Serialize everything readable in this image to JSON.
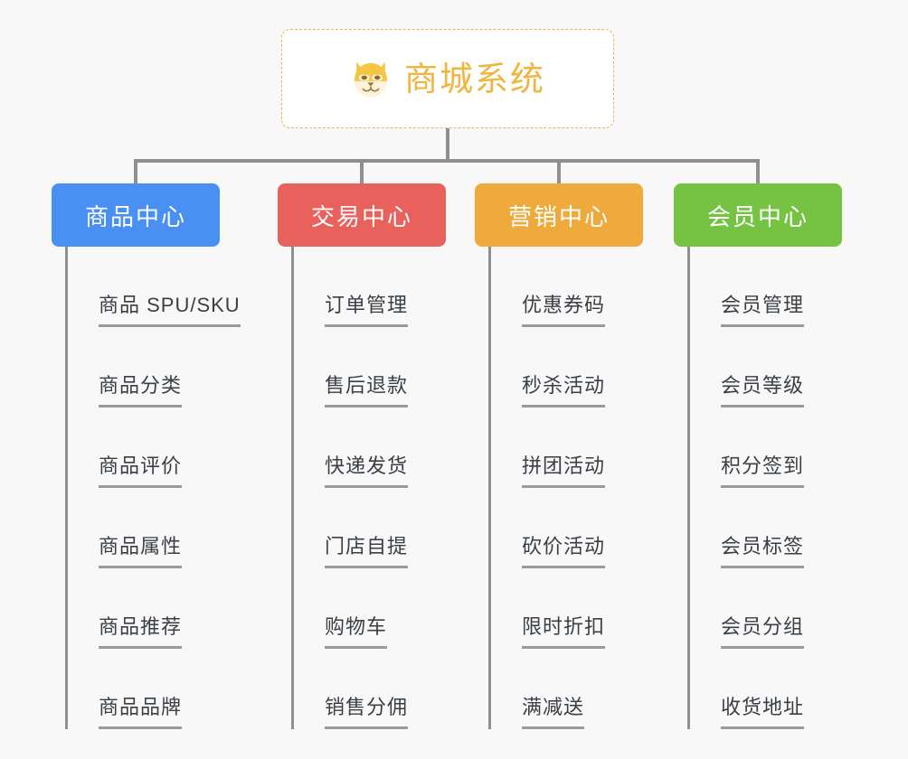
{
  "root": {
    "title": "商城系统",
    "icon": "dog-face-icon",
    "border_color": "#e9b44c",
    "text_color": "#f0b53f"
  },
  "canvas": {
    "background": "#f8f8f8",
    "connector_color": "#8f8f8f",
    "divider_color": "#9a9a9a"
  },
  "columns": [
    {
      "title": "商品中心",
      "color": "#4a90f2",
      "items": [
        "商品 SPU/SKU",
        "商品分类",
        "商品评价",
        "商品属性",
        "商品推荐",
        "商品品牌"
      ]
    },
    {
      "title": "交易中心",
      "color": "#e8615c",
      "items": [
        "订单管理",
        "售后退款",
        "快递发货",
        "门店自提",
        "购物车",
        "销售分佣"
      ]
    },
    {
      "title": "营销中心",
      "color": "#eeab3c",
      "items": [
        "优惠券码",
        "秒杀活动",
        "拼团活动",
        "砍价活动",
        "限时折扣",
        "满减送"
      ]
    },
    {
      "title": "会员中心",
      "color": "#76c343",
      "items": [
        "会员管理",
        "会员等级",
        "积分签到",
        "会员标签",
        "会员分组",
        "收货地址"
      ]
    }
  ]
}
